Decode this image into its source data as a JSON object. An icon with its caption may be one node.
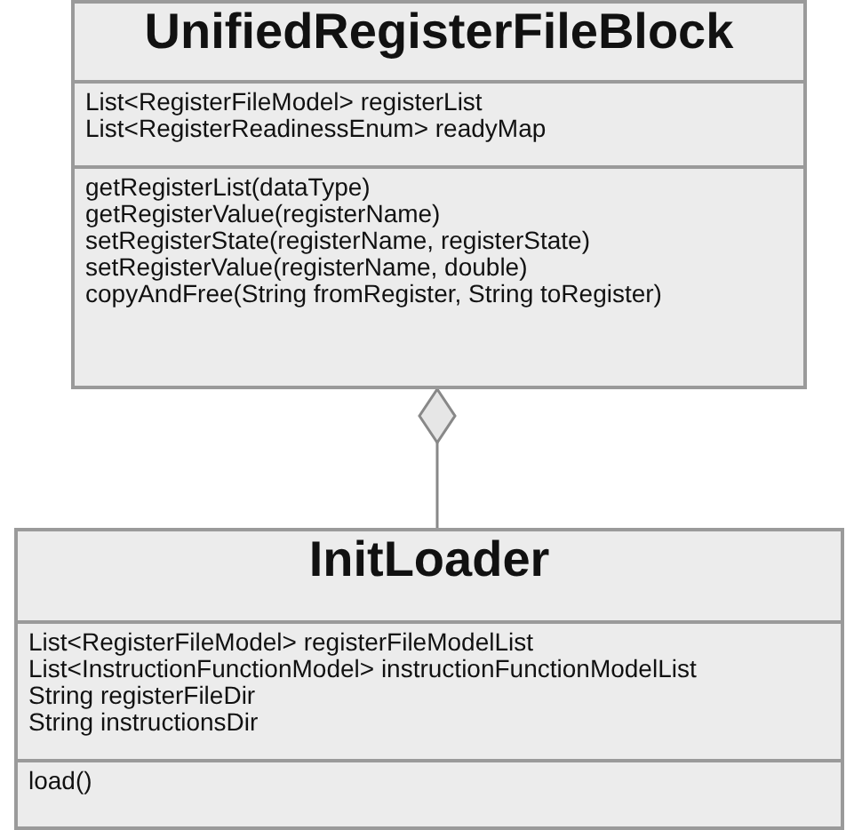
{
  "diagram": {
    "nodes": [
      {
        "text": [
          "UnifiedRegisterFileBlock",
          "List<RegisterFileModel> registerList",
          "List<RegisterReadinessEnum> readyMap",
          "getRegisterList(dataType)",
          "getRegisterValue(registerName)",
          "setRegisterState(registerName, registerState)",
          "setRegisterValue(registerName, double)",
          "copyAndFree(String fromRegister, String toRegister)"
        ]
      },
      {
        "text": [
          "InitLoader",
          "List<RegisterFileModel> registerFileModelList",
          "List<InstructionFunctionModel> instructionFunctionModelList",
          "String registerFileDir",
          "String instructionsDir",
          "load()"
        ]
      }
    ],
    "edges": [
      {
        "from": 1,
        "to": 0,
        "arrow": "other"
      }
    ]
  }
}
